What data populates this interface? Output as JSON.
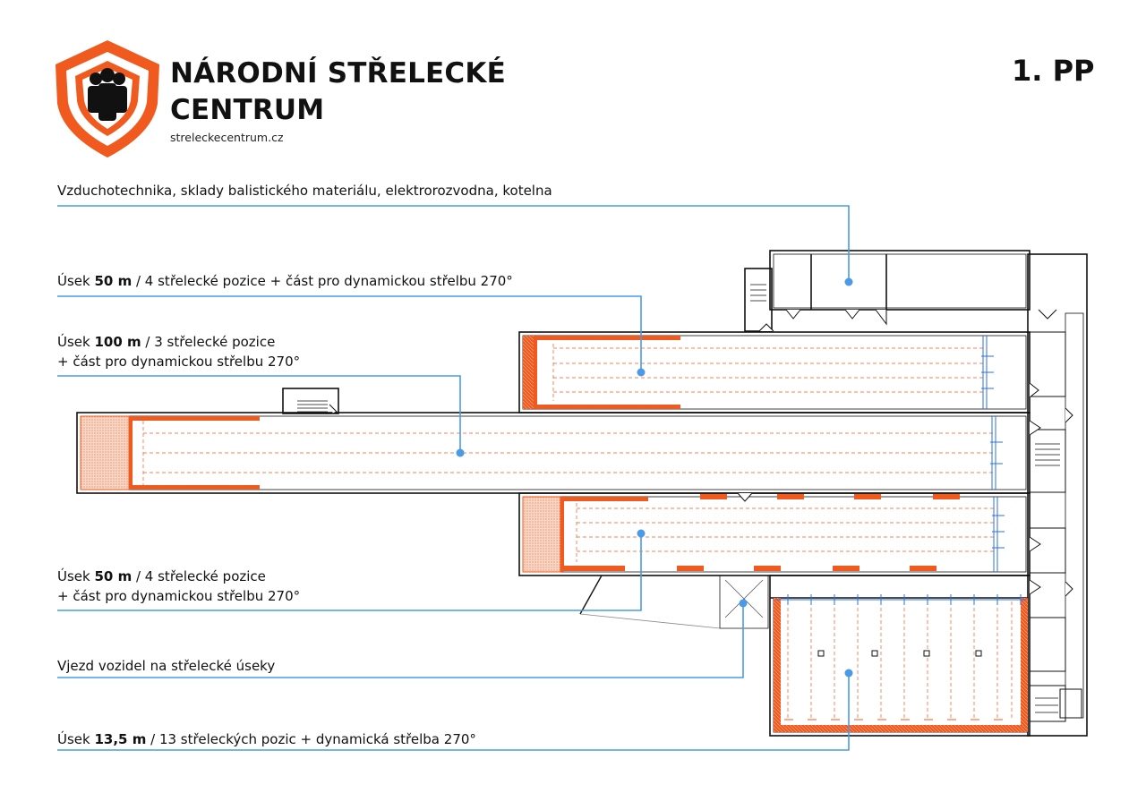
{
  "brand": {
    "name": "NÁRODNÍ STŘELECKÉ CENTRUM",
    "url": "streleckecentrum.cz",
    "logo_icon": "shield-people-icon",
    "accent_color": "#f05a1e"
  },
  "floor_label": "1. PP",
  "line_color": "#4a9ae8",
  "annotations": [
    {
      "pre": "Vzduchotechnika, sklady balistického materiálu, elektrorozvodna, kotelna",
      "bold": "",
      "post": "",
      "line2": ""
    },
    {
      "pre": "Úsek ",
      "bold": "50 m",
      "post": " / 4 střelecké pozice + část pro dynamickou střelbu 270°",
      "line2": ""
    },
    {
      "pre": "Úsek ",
      "bold": "100 m",
      "post": " / 3 střelecké pozice",
      "line2": "+ část pro dynamickou střelbu 270°"
    },
    {
      "pre": "Úsek ",
      "bold": "50 m",
      "post": " / 4 střelecké pozice",
      "line2": "+ část pro dynamickou střelbu 270°"
    },
    {
      "pre": "Vjezd vozidel na střelecké úseky",
      "bold": "",
      "post": "",
      "line2": ""
    },
    {
      "pre": "Úsek ",
      "bold": "13,5 m",
      "post": " / 13 střeleckých pozic + dynamická střelba 270°",
      "line2": ""
    }
  ]
}
